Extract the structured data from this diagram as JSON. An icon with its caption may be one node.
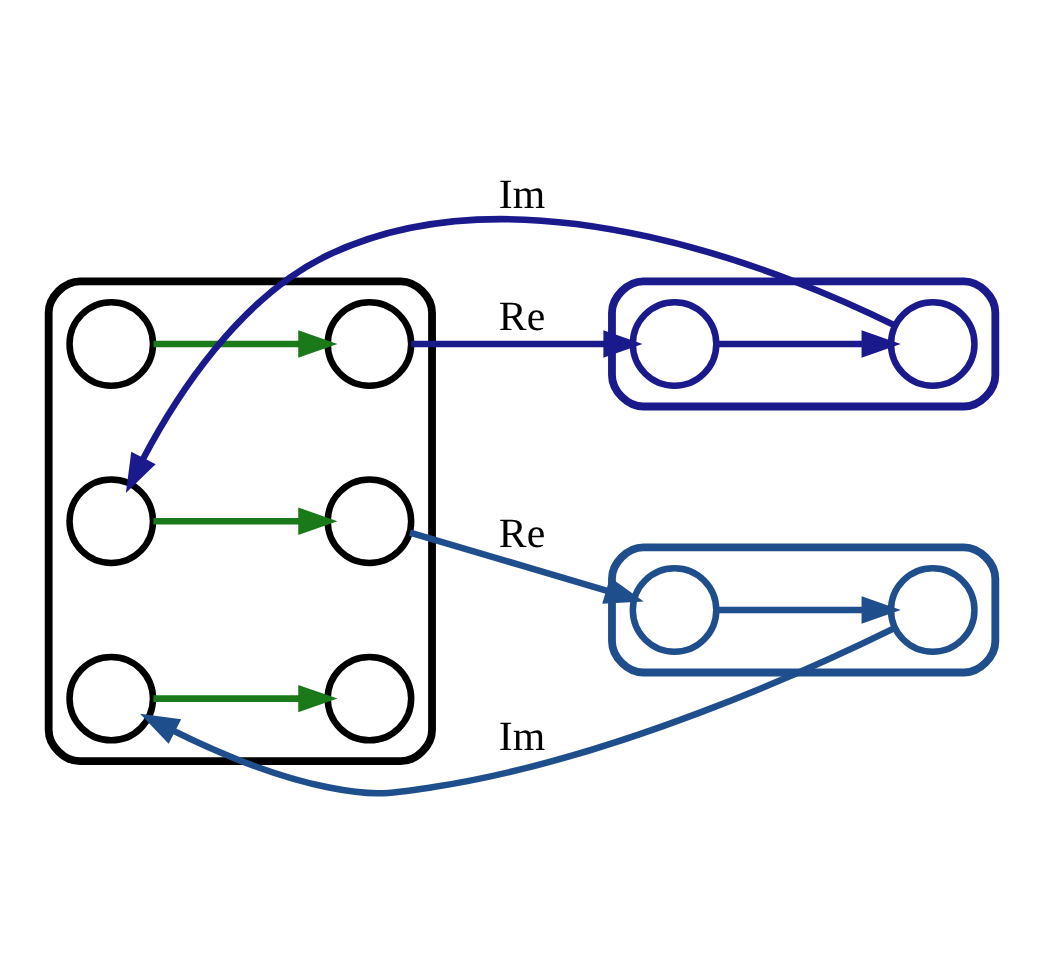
{
  "diagram": {
    "nodes": [
      {
        "text": [],
        "shape": "ellipse"
      },
      {
        "text": [],
        "shape": "circle",
        "in": 0
      },
      {
        "text": [],
        "shape": "circle",
        "in": 0
      },
      {
        "text": [],
        "shape": "circle",
        "in": 0
      },
      {
        "text": [],
        "shape": "circle",
        "in": 0
      },
      {
        "text": [],
        "shape": "circle",
        "in": 0
      },
      {
        "text": [],
        "shape": "circle",
        "in": 0
      },
      {
        "text": [],
        "shape": "ellipse"
      },
      {
        "text": [],
        "shape": "circle",
        "in": 7
      },
      {
        "text": [],
        "shape": "circle",
        "in": 7
      },
      {
        "text": [],
        "shape": "ellipse"
      },
      {
        "text": [],
        "shape": "circle",
        "in": 10
      },
      {
        "text": [],
        "shape": "circle",
        "in": 10
      }
    ],
    "edges": [
      {
        "from": 1,
        "to": 2,
        "arrow": "to",
        "color": "#1a7a1a"
      },
      {
        "from": 2,
        "to": 8,
        "arrow": "to",
        "label": "Re",
        "color": "#1a1a8c"
      },
      {
        "from": 9,
        "to": 3,
        "arrow": "to",
        "label": "Im",
        "color": "#1a1a8c"
      },
      {
        "from": 3,
        "to": 4,
        "arrow": "to",
        "color": "#1a7a1a"
      },
      {
        "from": 5,
        "to": 6,
        "arrow": "to",
        "color": "#1a7a1a"
      },
      {
        "from": 4,
        "to": 11,
        "arrow": "to",
        "label": "Re",
        "color": "#1f4e8c"
      },
      {
        "from": 12,
        "to": 5,
        "arrow": "to",
        "label": "Im",
        "color": "#1f4e8c"
      },
      {
        "from": 8,
        "to": 9,
        "arrow": "to",
        "color": "#1a1a8c"
      },
      {
        "from": 11,
        "to": 12,
        "arrow": "to",
        "color": "#1f4e8c"
      }
    ]
  }
}
